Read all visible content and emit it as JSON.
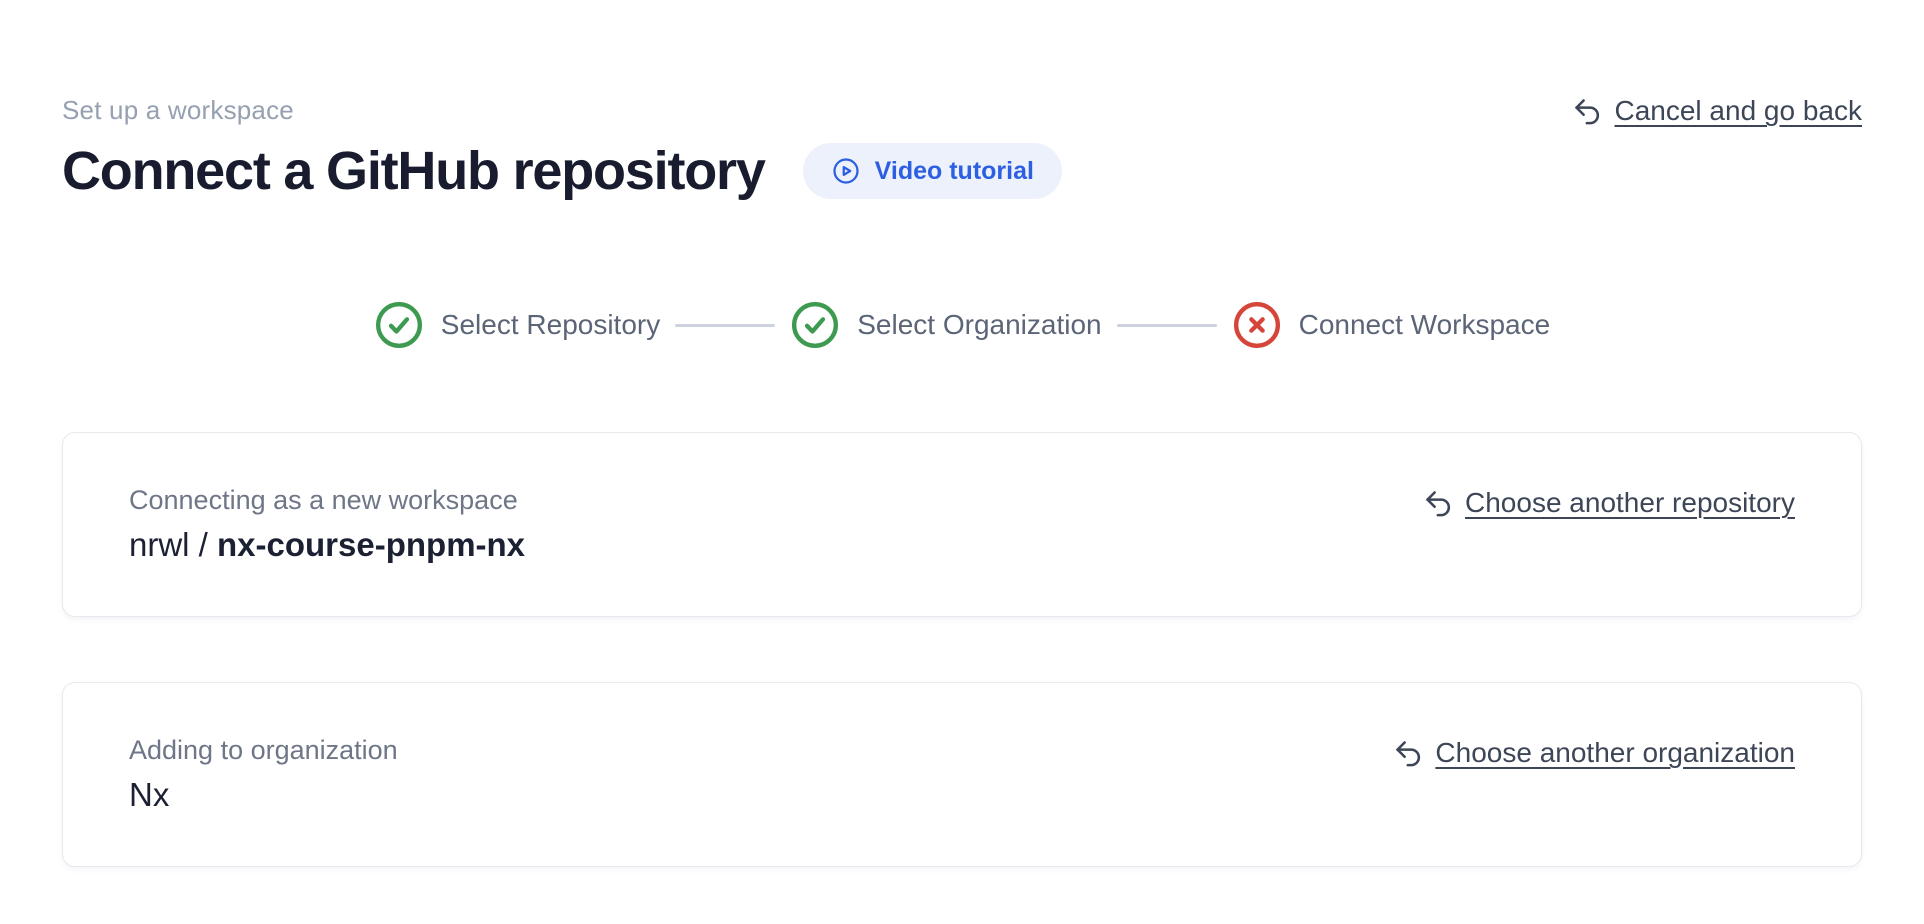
{
  "page": {
    "eyebrow": "Set up a workspace",
    "title": "Connect a GitHub repository",
    "video_tutorial_label": "Video tutorial",
    "cancel_link_label": "Cancel and go back"
  },
  "stepper": {
    "steps": [
      {
        "label": "Select Repository",
        "status": "complete"
      },
      {
        "label": "Select Organization",
        "status": "complete"
      },
      {
        "label": "Connect Workspace",
        "status": "error"
      }
    ]
  },
  "repository_card": {
    "label": "Connecting as a new workspace",
    "owner_prefix": "nrwl / ",
    "repo_name": "nx-course-pnpm-nx",
    "change_link_label": "Choose another repository"
  },
  "organization_card": {
    "label": "Adding to organization",
    "org_name": "Nx",
    "change_link_label": "Choose another organization"
  },
  "colors": {
    "success_green": "#3d9a50",
    "error_red": "#d6453a",
    "accent_blue": "#2d5fe3",
    "badge_background": "#edf1fc",
    "connector_gray": "#cdd3de"
  }
}
